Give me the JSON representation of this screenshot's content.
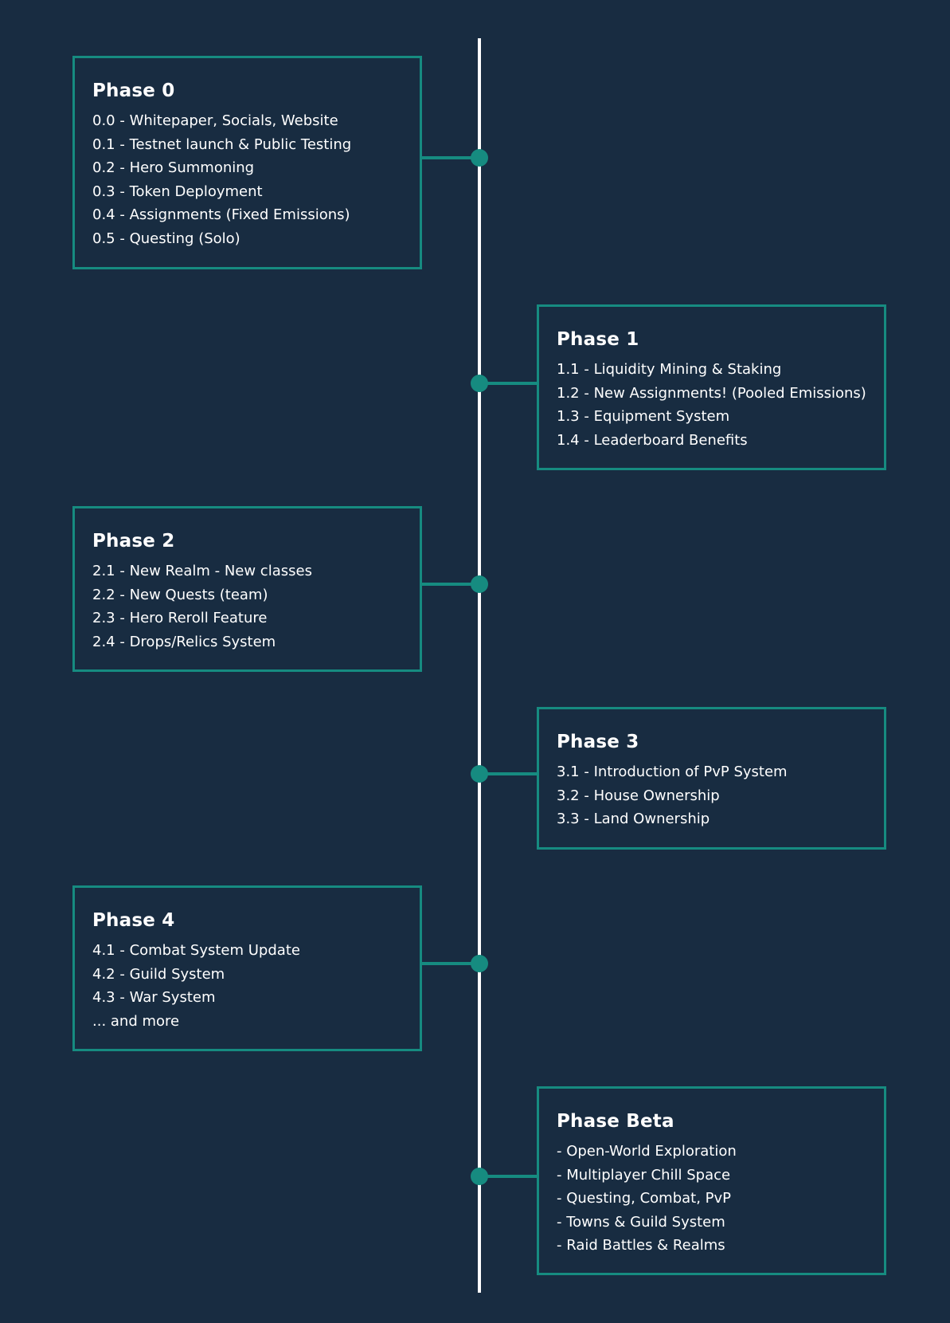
{
  "colors": {
    "background": "#182c41",
    "accent": "#168b80",
    "line": "#ffffff",
    "text": "#ffffff"
  },
  "phases": [
    {
      "title": "Phase 0",
      "items": [
        "0.0 - Whitepaper, Socials, Website",
        "0.1 - Testnet launch & Public Testing",
        "0.2 - Hero Summoning",
        "0.3 - Token Deployment",
        "0.4 - Assignments (Fixed Emissions)",
        "0.5 - Questing (Solo)"
      ]
    },
    {
      "title": "Phase 1",
      "items": [
        "1.1 - Liquidity Mining & Staking",
        "1.2 - New Assignments! (Pooled Emissions)",
        "1.3 - Equipment System",
        "1.4 - Leaderboard Benefits"
      ]
    },
    {
      "title": "Phase 2",
      "items": [
        "2.1 - New Realm - New classes",
        "2.2 - New Quests (team)",
        "2.3 - Hero Reroll Feature",
        "2.4 - Drops/Relics System"
      ]
    },
    {
      "title": "Phase 3",
      "items": [
        "3.1 - Introduction of PvP System",
        "3.2 - House Ownership",
        "3.3 - Land Ownership"
      ]
    },
    {
      "title": "Phase 4",
      "items": [
        "4.1 - Combat System Update",
        "4.2 - Guild System",
        "4.3 - War System",
        "... and more"
      ]
    },
    {
      "title": "Phase Beta",
      "items": [
        "- Open-World Exploration",
        "- Multiplayer Chill Space",
        "- Questing, Combat, PvP",
        "- Towns & Guild System",
        "- Raid Battles & Realms"
      ]
    }
  ]
}
